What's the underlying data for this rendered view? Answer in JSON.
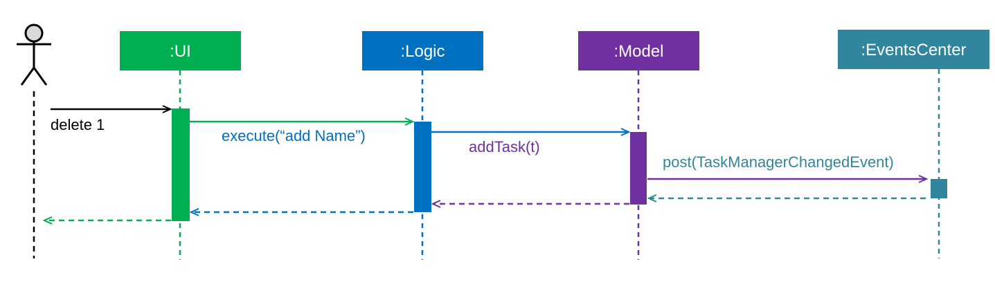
{
  "colors": {
    "actor": "#000000",
    "actor_head_fill": "#d9d9d9",
    "ui": "#00b050",
    "logic": "#0070c0",
    "model": "#7030a0",
    "events": "#31859c",
    "label_text": "#ffffff"
  },
  "participants": {
    "user": {
      "name": "",
      "icon": "stick-figure-actor-icon"
    },
    "ui": {
      "name": ":UI"
    },
    "logic": {
      "name": ":Logic"
    },
    "model": {
      "name": ":Model"
    },
    "events": {
      "name": ":EventsCenter"
    }
  },
  "messages": {
    "delete": {
      "label": "delete 1",
      "from": "user",
      "to": "ui",
      "kind": "call"
    },
    "execute": {
      "label": "execute(“add Name”)",
      "from": "ui",
      "to": "logic",
      "kind": "call"
    },
    "add_task": {
      "label": "addTask(t)",
      "from": "logic",
      "to": "model",
      "kind": "call"
    },
    "post": {
      "label": "post(TaskManagerChangedEvent)",
      "from": "model",
      "to": "events",
      "kind": "call"
    },
    "return_events": {
      "label": "",
      "from": "events",
      "to": "model",
      "kind": "return"
    },
    "return_model": {
      "label": "",
      "from": "model",
      "to": "logic",
      "kind": "return"
    },
    "return_logic": {
      "label": "",
      "from": "logic",
      "to": "ui",
      "kind": "return"
    },
    "return_ui": {
      "label": "",
      "from": "ui",
      "to": "user",
      "kind": "return"
    }
  }
}
